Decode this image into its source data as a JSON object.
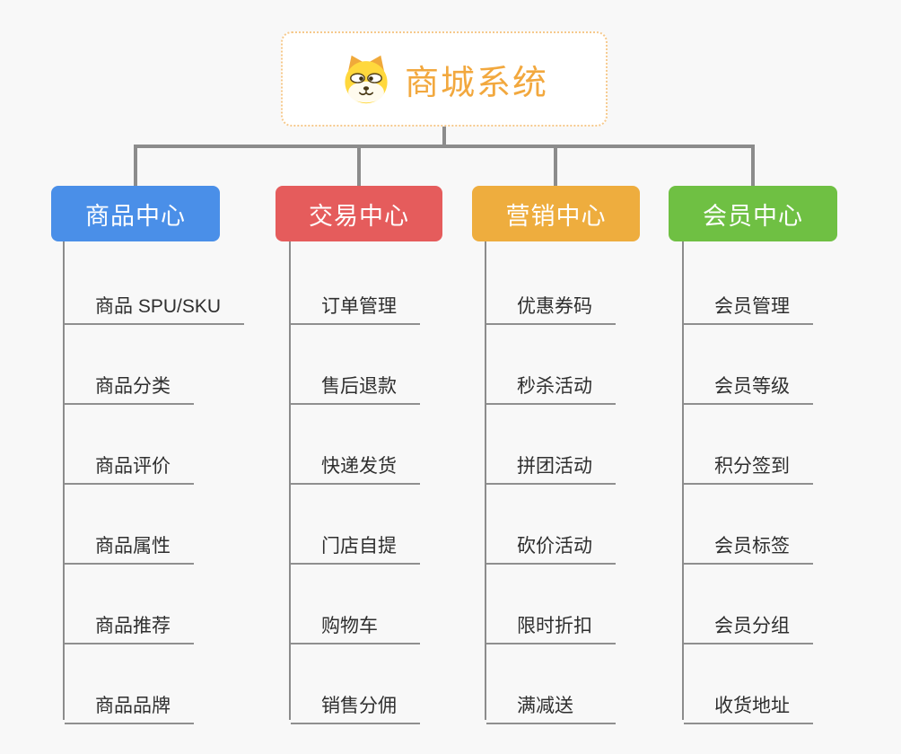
{
  "canvas": {
    "background": "#f8f8f8",
    "connector_color": "#8c8c8c"
  },
  "root": {
    "title": "商城系统",
    "icon": "dog-face-icon",
    "text_color": "#f2a83e",
    "border_color": "#f6c98c"
  },
  "branches": [
    {
      "label": "商品中心",
      "color": "#4a8fe8",
      "children": [
        "商品 SPU/SKU",
        "商品分类",
        "商品评价",
        "商品属性",
        "商品推荐",
        "商品品牌"
      ]
    },
    {
      "label": "交易中心",
      "color": "#e55c5c",
      "children": [
        "订单管理",
        "售后退款",
        "快递发货",
        "门店自提",
        "购物车",
        "销售分佣"
      ]
    },
    {
      "label": "营销中心",
      "color": "#eead3e",
      "children": [
        "优惠券码",
        "秒杀活动",
        "拼团活动",
        "砍价活动",
        "限时折扣",
        "满减送"
      ]
    },
    {
      "label": "会员中心",
      "color": "#6fc043",
      "children": [
        "会员管理",
        "会员等级",
        "积分签到",
        "会员标签",
        "会员分组",
        "收货地址"
      ]
    }
  ]
}
